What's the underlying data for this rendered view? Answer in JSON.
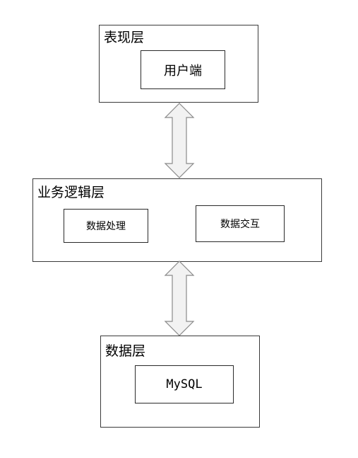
{
  "diagram": {
    "presentation_layer": {
      "title": "表现层",
      "items": [
        "用户端"
      ]
    },
    "business_layer": {
      "title": "业务逻辑层",
      "items": [
        "数据处理",
        "数据交互"
      ]
    },
    "data_layer": {
      "title": "数据层",
      "items": [
        "MySQL"
      ]
    },
    "connectors": [
      {
        "from": "表现层",
        "to": "业务逻辑层",
        "style": "double-headed arrow"
      },
      {
        "from": "业务逻辑层",
        "to": "数据层",
        "style": "double-headed arrow"
      }
    ],
    "colors": {
      "border": "#3a3a3a",
      "arrow_fill": "#f2f2f2",
      "arrow_stroke": "#8a8a8a"
    }
  }
}
